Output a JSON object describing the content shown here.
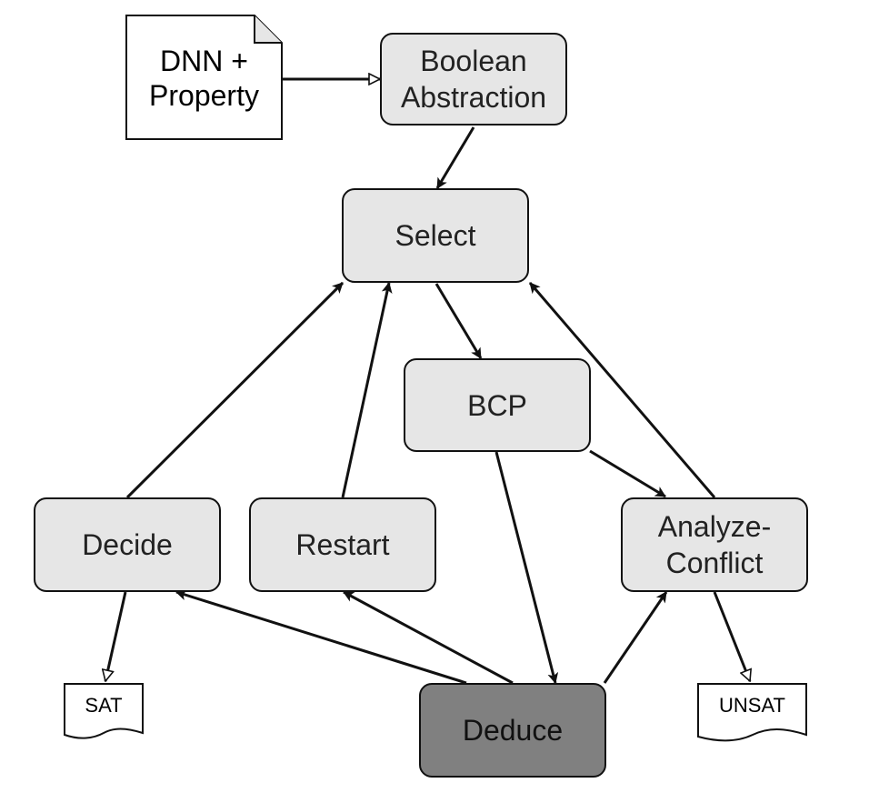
{
  "diagram": {
    "input": {
      "label": "DNN +\nProperty"
    },
    "nodes": {
      "boolean_abstraction": "Boolean\nAbstraction",
      "select": "Select",
      "bcp": "BCP",
      "decide": "Decide",
      "restart": "Restart",
      "analyze_conflict": "Analyze-\nConflict",
      "deduce": "Deduce"
    },
    "outputs": {
      "sat": "SAT",
      "unsat": "UNSAT"
    },
    "edges": [
      {
        "from": "DNN + Property",
        "to": "Boolean Abstraction",
        "arrow": "open"
      },
      {
        "from": "Boolean Abstraction",
        "to": "Select",
        "arrow": "filled"
      },
      {
        "from": "Select",
        "to": "BCP",
        "arrow": "filled"
      },
      {
        "from": "BCP",
        "to": "Analyze-Conflict",
        "arrow": "filled"
      },
      {
        "from": "BCP",
        "to": "Deduce",
        "arrow": "filled"
      },
      {
        "from": "Decide",
        "to": "Select",
        "arrow": "filled"
      },
      {
        "from": "Restart",
        "to": "Select",
        "arrow": "filled"
      },
      {
        "from": "Analyze-Conflict",
        "to": "Select",
        "arrow": "filled"
      },
      {
        "from": "Deduce",
        "to": "Decide",
        "arrow": "filled"
      },
      {
        "from": "Deduce",
        "to": "Restart",
        "arrow": "filled"
      },
      {
        "from": "Deduce",
        "to": "Analyze-Conflict",
        "arrow": "filled"
      },
      {
        "from": "Decide",
        "to": "SAT",
        "arrow": "open"
      },
      {
        "from": "Analyze-Conflict",
        "to": "UNSAT",
        "arrow": "open"
      }
    ],
    "colors": {
      "node_fill": "#e6e6e6",
      "deduce_fill": "#808080",
      "stroke": "#111111",
      "document_fill": "#ffffff"
    }
  }
}
